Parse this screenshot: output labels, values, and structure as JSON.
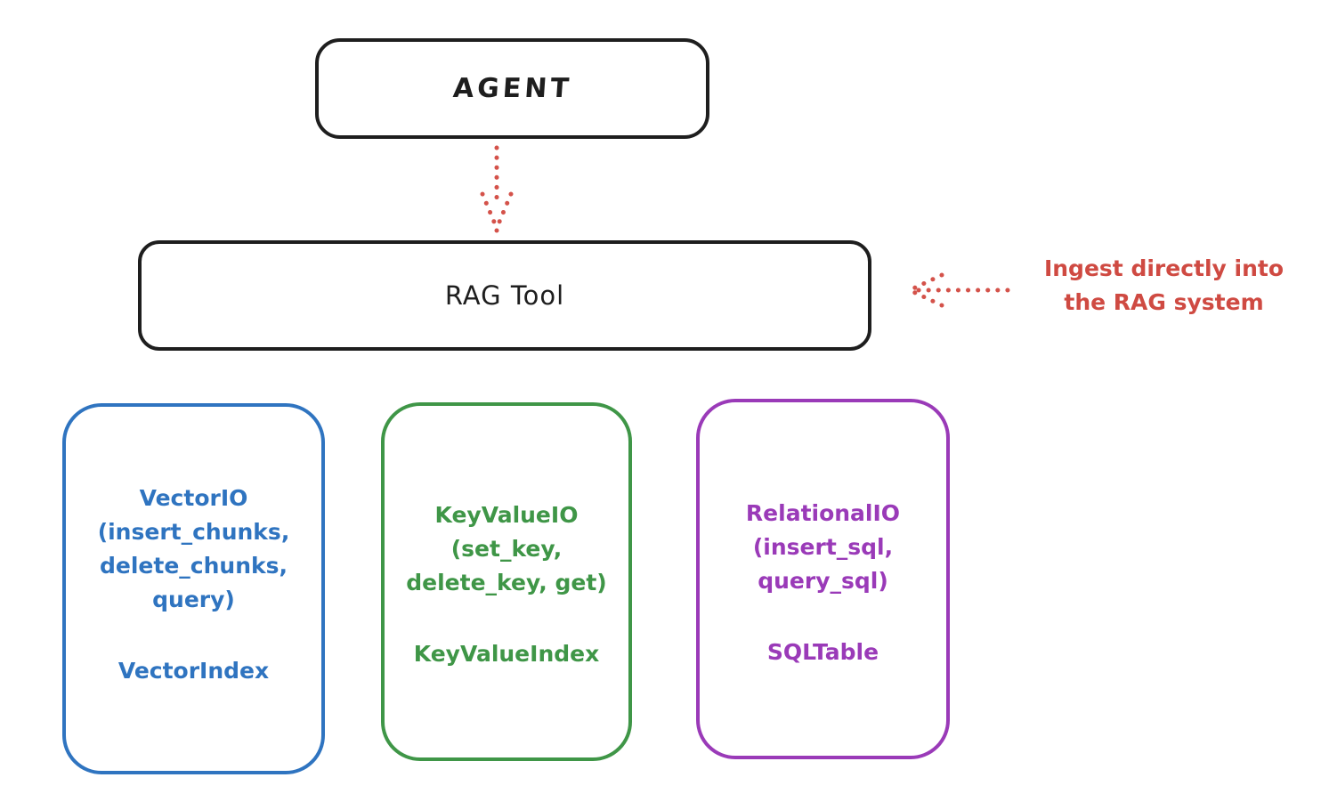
{
  "diagram": {
    "agent_box": {
      "label": "AGENT"
    },
    "rag_tool_box": {
      "label": "RAG Tool"
    },
    "annotation": {
      "line1": "Ingest directly into",
      "line2": "the RAG system",
      "color": "#cf4a42"
    },
    "arrows": {
      "agent_to_rag": "dotted-arrow-down",
      "annotation_to_rag": "dotted-arrow-left",
      "color": "#d4524a"
    },
    "backends": [
      {
        "id": "vector-io",
        "color": "#2f74c0",
        "lines": [
          "VectorIO",
          "(insert_chunks,",
          "delete_chunks,",
          "query)"
        ],
        "index_label": "VectorIndex"
      },
      {
        "id": "keyvalue-io",
        "color": "#3f9647",
        "lines": [
          "KeyValueIO",
          "(set_key,",
          "delete_key, get)"
        ],
        "index_label": "KeyValueIndex"
      },
      {
        "id": "relational-io",
        "color": "#9a3ab8",
        "lines": [
          "RelationalIO",
          "(insert_sql,",
          "query_sql)"
        ],
        "index_label": "SQLTable"
      }
    ]
  }
}
